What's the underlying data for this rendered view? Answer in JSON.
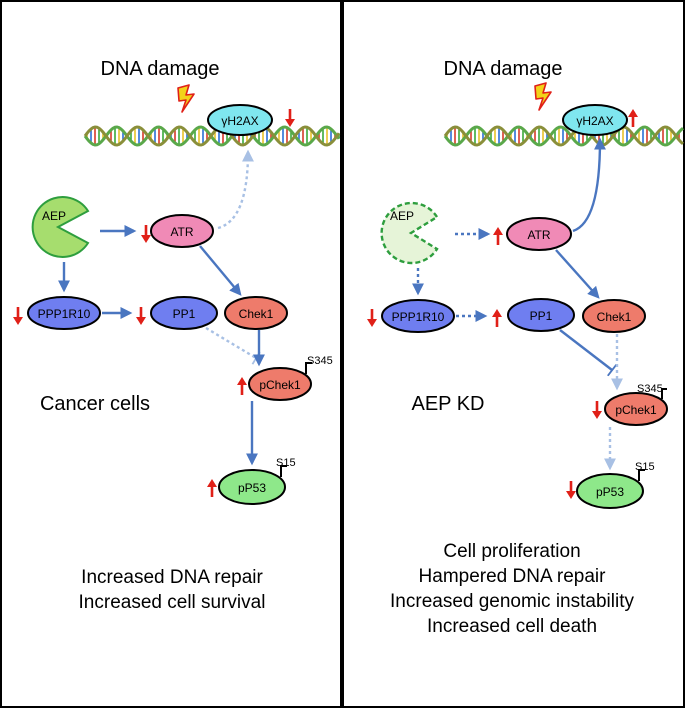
{
  "panels": [
    {
      "heading": "DNA damage",
      "gamma_h2ax": "γH2AX",
      "aep": "AEP",
      "atr": "ATR",
      "ppp1r10": "PPP1R10",
      "pp1": "PP1",
      "chek1": "Chek1",
      "pchek1": "pChek1",
      "pp53": "pP53",
      "site_chek1": "S345",
      "site_p53": "S15",
      "condition": "Cancer cells",
      "outcomes": [
        "Increased DNA repair",
        "Increased cell survival"
      ]
    },
    {
      "heading": "DNA damage",
      "gamma_h2ax": "γH2AX",
      "aep": "AEP",
      "atr": "ATR",
      "ppp1r10": "PPP1R10",
      "pp1": "PP1",
      "chek1": "Chek1",
      "pchek1": "pChek1",
      "pp53": "pP53",
      "site_chek1": "S345",
      "site_p53": "S15",
      "condition": "AEP KD",
      "outcomes": [
        "Cell proliferation",
        "Hampered DNA repair",
        "Increased genomic instability",
        "Increased cell death"
      ]
    }
  ],
  "colors": {
    "h2ax_fill": "#7fe6ef",
    "atr_fill": "#f08ab6",
    "blue_node_fill": "#6f7ef0",
    "chek1_fill": "#ee7b6b",
    "p53_fill": "#8ee88a",
    "aep_fill": "#a6dd6e",
    "aep_kd_fill": "#e6f4d8",
    "aep_stroke": "#2e9e3e",
    "arrow_blue": "#4a76c0",
    "arrow_light": "#a8c0e4",
    "indicator_red": "#e02018"
  }
}
